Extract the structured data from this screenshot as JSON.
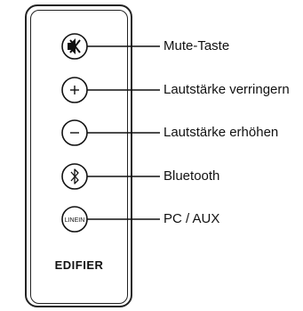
{
  "brand": "EDIFIER",
  "buttons": [
    {
      "icon": "mute-icon",
      "label": "Mute-Taste"
    },
    {
      "icon": "plus-icon",
      "label": "Lautstärke verringern"
    },
    {
      "icon": "minus-icon",
      "label": "Lautstärke erhöhen"
    },
    {
      "icon": "bluetooth-icon",
      "label": "Bluetooth"
    },
    {
      "icon": "line-in-icon",
      "button_text": "LINEIN",
      "label": "PC / AUX"
    }
  ]
}
